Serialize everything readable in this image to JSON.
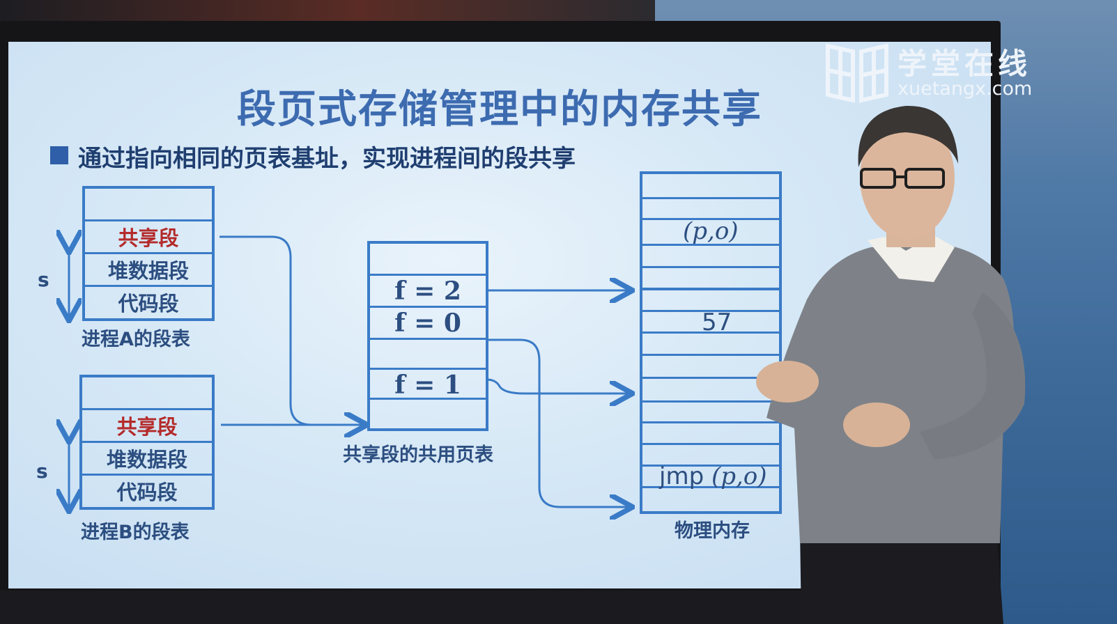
{
  "watermark": {
    "name_cn": "学堂在线",
    "site": "xuetangx.com",
    "logo_icon": "book-grid-icon"
  },
  "slide": {
    "title": "段页式存储管理中的内存共享",
    "bullet": "通过指向相同的页表基址，实现进程间的段共享",
    "process_a": {
      "caption": "进程A的段表",
      "rows": [
        "",
        "共享段",
        "堆数据段",
        "代码段"
      ],
      "s_label": "s"
    },
    "process_b": {
      "caption": "进程B的段表",
      "rows": [
        "",
        "共享段",
        "堆数据段",
        "代码段"
      ],
      "s_label": "s"
    },
    "page_table": {
      "caption": "共享段的共用页表",
      "rows": [
        "",
        "f = 2",
        "f = 0",
        "",
        "f = 1",
        ""
      ]
    },
    "memory": {
      "caption": "物理内存",
      "entry_po": "(p,o)",
      "entry_57": "57",
      "entry_jmp_prefix": "jmp",
      "entry_jmp_args": "(p,o)"
    },
    "colors": {
      "table_border": "#3a7bc7",
      "title": "#3d6bb0",
      "shared_segment": "#b42a2a",
      "text": "#2c4e80"
    }
  }
}
